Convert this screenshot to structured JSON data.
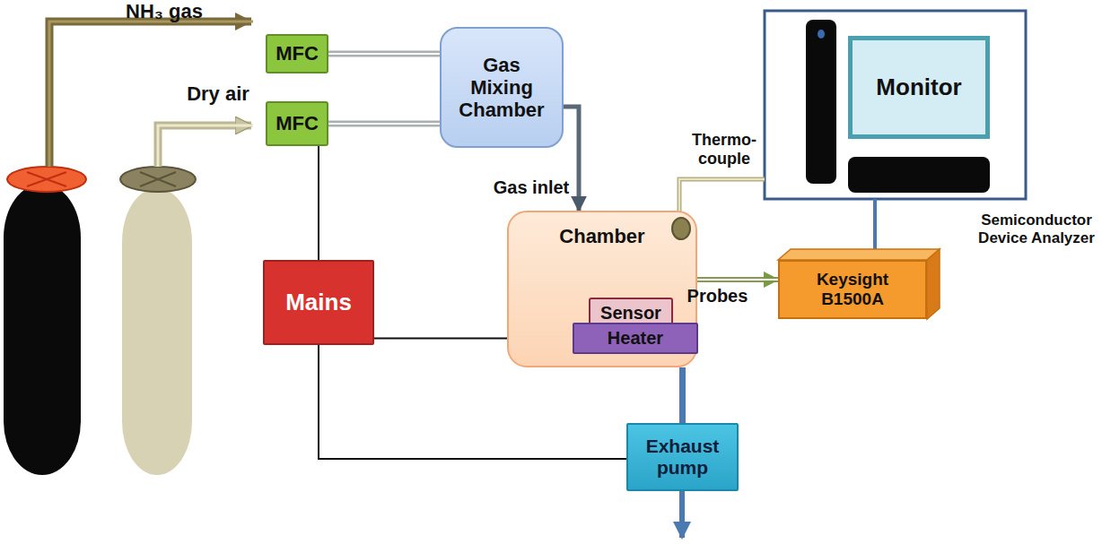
{
  "diagram": {
    "nodes": [
      {
        "text": [
          "MFC"
        ]
      },
      {
        "text": [
          "Gas Mixing Chamber"
        ]
      },
      {
        "text": [
          "Monitor"
        ]
      },
      {
        "text": [
          "MFC"
        ]
      },
      {
        "text": [
          "Chamber"
        ]
      },
      {
        "text": [
          "Sensor"
        ],
        "in": 4
      },
      {
        "text": [
          "Heater"
        ],
        "in": 4
      },
      {
        "text": [
          "Keysight B1500A"
        ]
      },
      {
        "text": [
          "Mains"
        ]
      },
      {
        "text": [
          "Exhaust pump"
        ]
      }
    ],
    "edges": [
      {
        "from": 0,
        "to": 1,
        "arrow": "none"
      },
      {
        "from": 3,
        "to": 1,
        "arrow": "none"
      },
      {
        "from": 1,
        "to": 4,
        "arrow": "to"
      },
      {
        "from": 5,
        "to": 7,
        "arrow": "to",
        "label": "Probes"
      },
      {
        "from": 8,
        "to": 6,
        "arrow": "none"
      },
      {
        "from": 8,
        "to": 3,
        "arrow": "none"
      },
      {
        "from": 8,
        "to": 9,
        "arrow": "none"
      },
      {
        "from": 4,
        "to": 9,
        "arrow": "none"
      }
    ],
    "labels": [
      "NH₃ gas",
      "Dry air",
      "Gas inlet",
      "Thermo- couple",
      "Semiconductor Device Analyzer"
    ]
  }
}
